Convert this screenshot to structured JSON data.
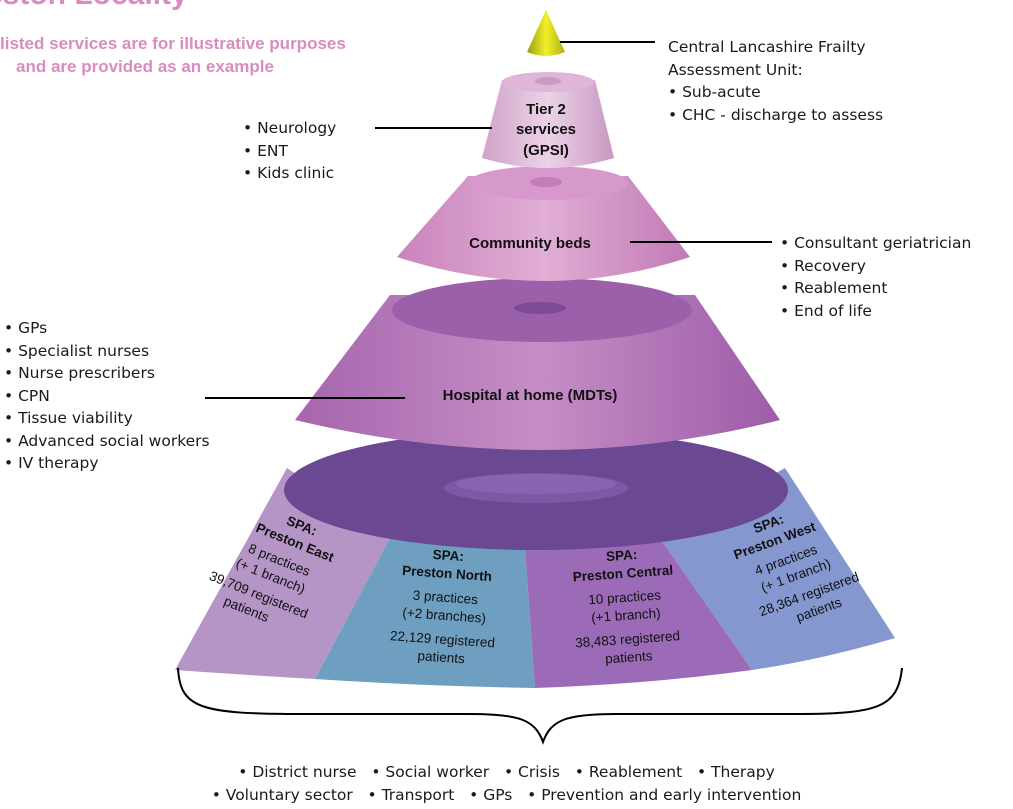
{
  "header": {
    "title": "eston Locality",
    "subtitle_line1": "listed services are for illustrative purposes",
    "subtitle_line2": "and are provided as an example"
  },
  "tiers": {
    "top": {
      "title_line1": "Central Lancashire Frailty",
      "title_line2": "Assessment Unit:",
      "items": [
        "Sub-acute",
        "CHC - discharge to assess"
      ]
    },
    "tier2": {
      "label_line1": "Tier 2",
      "label_line2": "services",
      "label_line3": "(GPSI)",
      "items": [
        "Neurology",
        "ENT",
        "Kids clinic"
      ]
    },
    "community_beds": {
      "label": "Community beds",
      "items": [
        "Consultant geriatrician",
        "Recovery",
        "Reablement",
        "End of life"
      ]
    },
    "hospital_at_home": {
      "label": "Hospital at home (MDTs)",
      "items": [
        "GPs",
        "Specialist nurses",
        "Nurse prescribers",
        "CPN",
        "Tissue viability",
        "Advanced social workers",
        "IV therapy"
      ]
    }
  },
  "spas": [
    {
      "spa": "SPA:",
      "name": "Preston East",
      "practices": "8 practices",
      "branches": "(+ 1 branch)",
      "patients": "39,709 registered",
      "patients2": "patients",
      "color": "#b495c6"
    },
    {
      "spa": "SPA:",
      "name": "Preston North",
      "practices": "3 practices",
      "branches": "(+2 branches)",
      "patients": "22,129 registered",
      "patients2": "patients",
      "color": "#6f9fc0"
    },
    {
      "spa": "SPA:",
      "name": "Preston Central",
      "practices": "10 practices",
      "branches": "(+1 branch)",
      "patients": "38,483 registered",
      "patients2": "patients",
      "color": "#9c6bb8"
    },
    {
      "spa": "SPA:",
      "name": "Preston West",
      "practices": "4 practices",
      "branches": "(+ 1 branch)",
      "patients": "28,364 registered",
      "patients2": "patients",
      "color": "#8597cf"
    }
  ],
  "bottom": {
    "row1": [
      "District nurse",
      "Social worker",
      "Crisis",
      "Reablement",
      "Therapy"
    ],
    "row2": [
      "Voluntary sector",
      "Transport",
      "GPs",
      "Prevention and early intervention"
    ]
  },
  "colors": {
    "title": "#d98cc0",
    "cone_tip": "#e6e619",
    "tier2": "#e3bddc",
    "community": "#d89ccb",
    "hospital": "#b978b8",
    "base_top": "#6a4892"
  }
}
